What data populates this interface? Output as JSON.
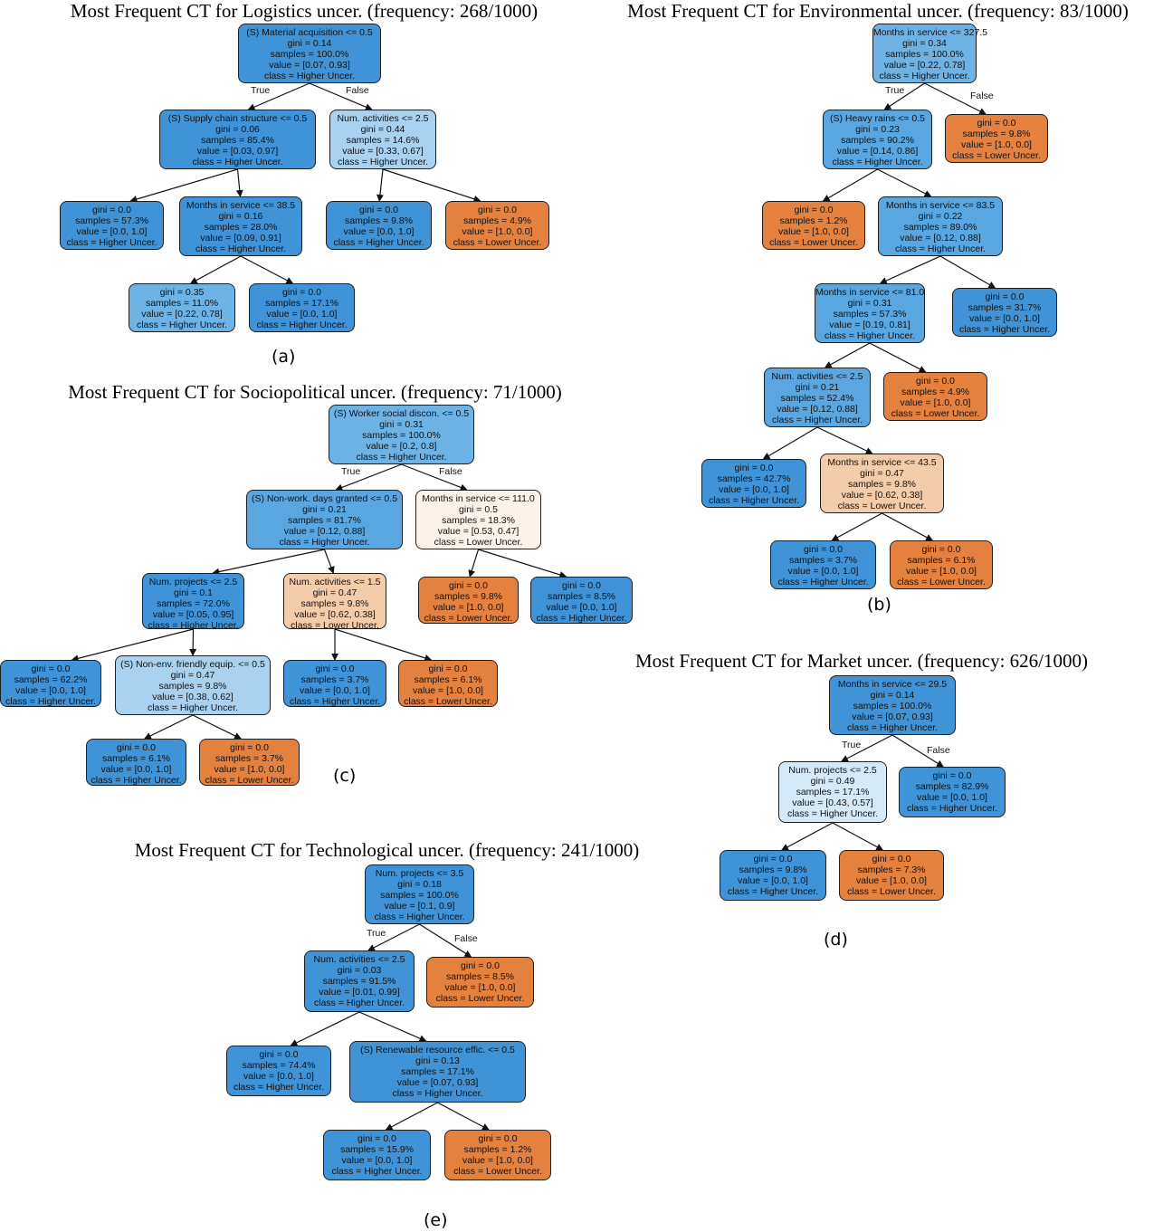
{
  "colors": {
    "strong_blue": "#3f93d6",
    "blue": "#5aa6e0",
    "light_blue": "#6eb3e6",
    "pale_blue": "#a9d2f1",
    "very_pale_blue": "#d6e9f8",
    "orange": "#e5813e",
    "light_orange": "#f5ccaa",
    "cream": "#fdf2ea"
  },
  "panels": [
    {
      "id": "a",
      "title": "Most Frequent CT for Logistics uncer. (frequency: 268/1000)",
      "caption": "(a)",
      "true_label": "True",
      "false_label": "False",
      "nodes": [
        {
          "id": "a0",
          "fill": "strong_blue",
          "lines": [
            "(S) Material acquisition <= 0.5",
            "gini = 0.14",
            "samples = 100.0%",
            "value = [0.07, 0.93]",
            "class = Higher Uncer."
          ]
        },
        {
          "id": "a1",
          "fill": "strong_blue",
          "lines": [
            "(S) Supply chain structure <= 0.5",
            "gini = 0.06",
            "samples = 85.4%",
            "value = [0.03, 0.97]",
            "class = Higher Uncer."
          ]
        },
        {
          "id": "a2",
          "fill": "pale_blue",
          "lines": [
            "Num. activities <= 2.5",
            "gini = 0.44",
            "samples = 14.6%",
            "value = [0.33, 0.67]",
            "class = Higher Uncer."
          ]
        },
        {
          "id": "a3",
          "fill": "strong_blue",
          "lines": [
            "gini = 0.0",
            "samples = 57.3%",
            "value = [0.0, 1.0]",
            "class = Higher Uncer."
          ]
        },
        {
          "id": "a4",
          "fill": "strong_blue",
          "lines": [
            "Months in service <= 38.5",
            "gini = 0.16",
            "samples = 28.0%",
            "value = [0.09, 0.91]",
            "class = Higher Uncer."
          ]
        },
        {
          "id": "a5",
          "fill": "strong_blue",
          "lines": [
            "gini = 0.0",
            "samples = 9.8%",
            "value = [0.0, 1.0]",
            "class = Higher Uncer."
          ]
        },
        {
          "id": "a6",
          "fill": "orange",
          "lines": [
            "gini = 0.0",
            "samples = 4.9%",
            "value = [1.0, 0.0]",
            "class = Lower Uncer."
          ]
        },
        {
          "id": "a7",
          "fill": "light_blue",
          "lines": [
            "gini = 0.35",
            "samples = 11.0%",
            "value = [0.22, 0.78]",
            "class = Higher Uncer."
          ]
        },
        {
          "id": "a8",
          "fill": "strong_blue",
          "lines": [
            "gini = 0.0",
            "samples = 17.1%",
            "value = [0.0, 1.0]",
            "class = Higher Uncer."
          ]
        }
      ]
    },
    {
      "id": "b",
      "title": "Most Frequent CT for Environmental uncer. (frequency: 83/1000)",
      "caption": "(b)",
      "true_label": "True",
      "false_label": "False",
      "nodes": [
        {
          "id": "b0",
          "fill": "light_blue",
          "lines": [
            "Months in service <= 327.5",
            "gini = 0.34",
            "samples = 100.0%",
            "value = [0.22, 0.78]",
            "class = Higher Uncer."
          ]
        },
        {
          "id": "b1",
          "fill": "blue",
          "lines": [
            "(S) Heavy rains <= 0.5",
            "gini = 0.23",
            "samples = 90.2%",
            "value = [0.14, 0.86]",
            "class = Higher Uncer."
          ]
        },
        {
          "id": "b2",
          "fill": "orange",
          "lines": [
            "gini = 0.0",
            "samples = 9.8%",
            "value = [1.0, 0.0]",
            "class = Lower Uncer."
          ]
        },
        {
          "id": "b3",
          "fill": "orange",
          "lines": [
            "gini = 0.0",
            "samples = 1.2%",
            "value = [1.0, 0.0]",
            "class = Lower Uncer."
          ]
        },
        {
          "id": "b4",
          "fill": "blue",
          "lines": [
            "Months in service <= 83.5",
            "gini = 0.22",
            "samples = 89.0%",
            "value = [0.12, 0.88]",
            "class = Higher Uncer."
          ]
        },
        {
          "id": "b5",
          "fill": "blue",
          "lines": [
            "Months in service <= 81.0",
            "gini = 0.31",
            "samples = 57.3%",
            "value = [0.19, 0.81]",
            "class = Higher Uncer."
          ]
        },
        {
          "id": "b6",
          "fill": "strong_blue",
          "lines": [
            "gini = 0.0",
            "samples = 31.7%",
            "value = [0.0, 1.0]",
            "class = Higher Uncer."
          ]
        },
        {
          "id": "b7",
          "fill": "blue",
          "lines": [
            "Num. activities <= 2.5",
            "gini = 0.21",
            "samples = 52.4%",
            "value = [0.12, 0.88]",
            "class = Higher Uncer."
          ]
        },
        {
          "id": "b8",
          "fill": "orange",
          "lines": [
            "gini = 0.0",
            "samples = 4.9%",
            "value = [1.0, 0.0]",
            "class = Lower Uncer."
          ]
        },
        {
          "id": "b9",
          "fill": "strong_blue",
          "lines": [
            "gini = 0.0",
            "samples = 42.7%",
            "value = [0.0, 1.0]",
            "class = Higher Uncer."
          ]
        },
        {
          "id": "b10",
          "fill": "light_orange",
          "lines": [
            "Months in service <= 43.5",
            "gini = 0.47",
            "samples = 9.8%",
            "value = [0.62, 0.38]",
            "class = Lower Uncer."
          ]
        },
        {
          "id": "b11",
          "fill": "strong_blue",
          "lines": [
            "gini = 0.0",
            "samples = 3.7%",
            "value = [0.0, 1.0]",
            "class = Higher Uncer."
          ]
        },
        {
          "id": "b12",
          "fill": "orange",
          "lines": [
            "gini = 0.0",
            "samples = 6.1%",
            "value = [1.0, 0.0]",
            "class = Lower Uncer."
          ]
        }
      ]
    },
    {
      "id": "c",
      "title": "Most Frequent CT for Sociopolitical uncer. (frequency: 71/1000)",
      "caption": "(c)",
      "true_label": "True",
      "false_label": "False",
      "nodes": [
        {
          "id": "c0",
          "fill": "light_blue",
          "lines": [
            "(S) Worker social discon. <= 0.5",
            "gini = 0.31",
            "samples = 100.0%",
            "value = [0.2, 0.8]",
            "class = Higher Uncer."
          ]
        },
        {
          "id": "c1",
          "fill": "blue",
          "lines": [
            "(S) Non-work. days granted <= 0.5",
            "gini = 0.21",
            "samples = 81.7%",
            "value = [0.12, 0.88]",
            "class = Higher Uncer."
          ]
        },
        {
          "id": "c2",
          "fill": "cream",
          "lines": [
            "Months in service <= 111.0",
            "gini = 0.5",
            "samples = 18.3%",
            "value = [0.53, 0.47]",
            "class = Lower Uncer."
          ]
        },
        {
          "id": "c3",
          "fill": "strong_blue",
          "lines": [
            "Num. projects <= 2.5",
            "gini = 0.1",
            "samples = 72.0%",
            "value = [0.05, 0.95]",
            "class = Higher Uncer."
          ]
        },
        {
          "id": "c4",
          "fill": "light_orange",
          "lines": [
            "Num. activities <= 1.5",
            "gini = 0.47",
            "samples = 9.8%",
            "value = [0.62, 0.38]",
            "class = Lower Uncer."
          ]
        },
        {
          "id": "c5",
          "fill": "orange",
          "lines": [
            "gini = 0.0",
            "samples = 9.8%",
            "value = [1.0, 0.0]",
            "class = Lower Uncer."
          ]
        },
        {
          "id": "c6",
          "fill": "strong_blue",
          "lines": [
            "gini = 0.0",
            "samples = 8.5%",
            "value = [0.0, 1.0]",
            "class = Higher Uncer."
          ]
        },
        {
          "id": "c7",
          "fill": "strong_blue",
          "lines": [
            "gini = 0.0",
            "samples = 62.2%",
            "value = [0.0, 1.0]",
            "class = Higher Uncer."
          ]
        },
        {
          "id": "c8",
          "fill": "pale_blue",
          "lines": [
            "(S) Non-env. friendly equip. <= 0.5",
            "gini = 0.47",
            "samples = 9.8%",
            "value = [0.38, 0.62]",
            "class = Higher Uncer."
          ]
        },
        {
          "id": "c9",
          "fill": "strong_blue",
          "lines": [
            "gini = 0.0",
            "samples = 3.7%",
            "value = [0.0, 1.0]",
            "class = Higher Uncer."
          ]
        },
        {
          "id": "c10",
          "fill": "orange",
          "lines": [
            "gini = 0.0",
            "samples = 6.1%",
            "value = [1.0, 0.0]",
            "class = Lower Uncer."
          ]
        },
        {
          "id": "c11",
          "fill": "strong_blue",
          "lines": [
            "gini = 0.0",
            "samples = 6.1%",
            "value = [0.0, 1.0]",
            "class = Higher Uncer."
          ]
        },
        {
          "id": "c12",
          "fill": "orange",
          "lines": [
            "gini = 0.0",
            "samples = 3.7%",
            "value = [1.0, 0.0]",
            "class = Lower Uncer."
          ]
        }
      ]
    },
    {
      "id": "d",
      "title": "Most Frequent CT for Market uncer. (frequency: 626/1000)",
      "caption": "(d)",
      "true_label": "True",
      "false_label": "False",
      "nodes": [
        {
          "id": "d0",
          "fill": "strong_blue",
          "lines": [
            "Months in service <= 29.5",
            "gini = 0.14",
            "samples = 100.0%",
            "value = [0.07, 0.93]",
            "class = Higher Uncer."
          ]
        },
        {
          "id": "d1",
          "fill": "very_pale_blue",
          "lines": [
            "Num. projects <= 2.5",
            "gini = 0.49",
            "samples = 17.1%",
            "value = [0.43, 0.57]",
            "class = Higher Uncer."
          ]
        },
        {
          "id": "d2",
          "fill": "strong_blue",
          "lines": [
            "gini = 0.0",
            "samples = 82.9%",
            "value = [0.0, 1.0]",
            "class = Higher Uncer."
          ]
        },
        {
          "id": "d3",
          "fill": "strong_blue",
          "lines": [
            "gini = 0.0",
            "samples = 9.8%",
            "value = [0.0, 1.0]",
            "class = Higher Uncer."
          ]
        },
        {
          "id": "d4",
          "fill": "orange",
          "lines": [
            "gini = 0.0",
            "samples = 7.3%",
            "value = [1.0, 0.0]",
            "class = Lower Uncer."
          ]
        }
      ]
    },
    {
      "id": "e",
      "title": "Most Frequent CT for Technological uncer. (frequency: 241/1000)",
      "caption": "(e)",
      "true_label": "True",
      "false_label": "False",
      "nodes": [
        {
          "id": "e0",
          "fill": "strong_blue",
          "lines": [
            "Num. projects <= 3.5",
            "gini = 0.18",
            "samples = 100.0%",
            "value = [0.1, 0.9]",
            "class = Higher Uncer."
          ]
        },
        {
          "id": "e1",
          "fill": "strong_blue",
          "lines": [
            "Num. activities <= 2.5",
            "gini = 0.03",
            "samples = 91.5%",
            "value = [0.01, 0.99]",
            "class = Higher Uncer."
          ]
        },
        {
          "id": "e2",
          "fill": "orange",
          "lines": [
            "gini = 0.0",
            "samples = 8.5%",
            "value = [1.0, 0.0]",
            "class = Lower Uncer."
          ]
        },
        {
          "id": "e3",
          "fill": "strong_blue",
          "lines": [
            "gini = 0.0",
            "samples = 74.4%",
            "value = [0.0, 1.0]",
            "class = Higher Uncer."
          ]
        },
        {
          "id": "e4",
          "fill": "strong_blue",
          "lines": [
            "(S) Renewable resource effic. <= 0.5",
            "gini = 0.13",
            "samples = 17.1%",
            "value = [0.07, 0.93]",
            "class = Higher Uncer."
          ]
        },
        {
          "id": "e5",
          "fill": "strong_blue",
          "lines": [
            "gini = 0.0",
            "samples = 15.9%",
            "value = [0.0, 1.0]",
            "class = Higher Uncer."
          ]
        },
        {
          "id": "e6",
          "fill": "orange",
          "lines": [
            "gini = 0.0",
            "samples = 1.2%",
            "value = [1.0, 0.0]",
            "class = Lower Uncer."
          ]
        }
      ]
    }
  ]
}
